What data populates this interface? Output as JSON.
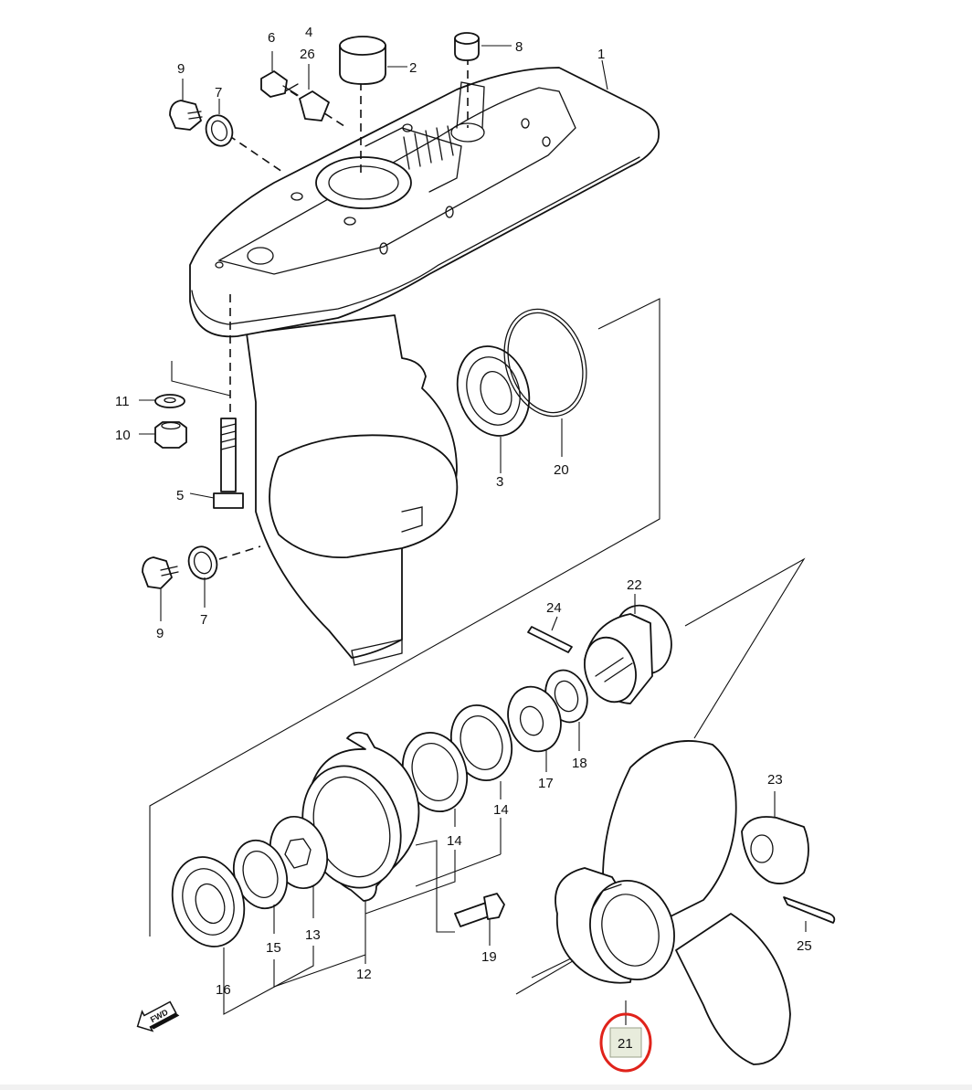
{
  "diagram": {
    "part_labels": {
      "p1": "1",
      "p2": "2",
      "p3": "3",
      "p4": "4",
      "p5": "5",
      "p6": "6",
      "p7a": "7",
      "p7b": "7",
      "p8": "8",
      "p9a": "9",
      "p9b": "9",
      "p10": "10",
      "p11": "11",
      "p12": "12",
      "p13": "13",
      "p14a": "14",
      "p14b": "14",
      "p15": "15",
      "p16": "16",
      "p17": "17",
      "p18": "18",
      "p19": "19",
      "p20": "20",
      "p21": "21",
      "p22": "22",
      "p23": "23",
      "p24": "24",
      "p25": "25",
      "p26": "26"
    },
    "fwd_label": "FWD",
    "highlight": {
      "part": "21",
      "color": "#e0231b",
      "fill": "#e8ecdc"
    }
  }
}
